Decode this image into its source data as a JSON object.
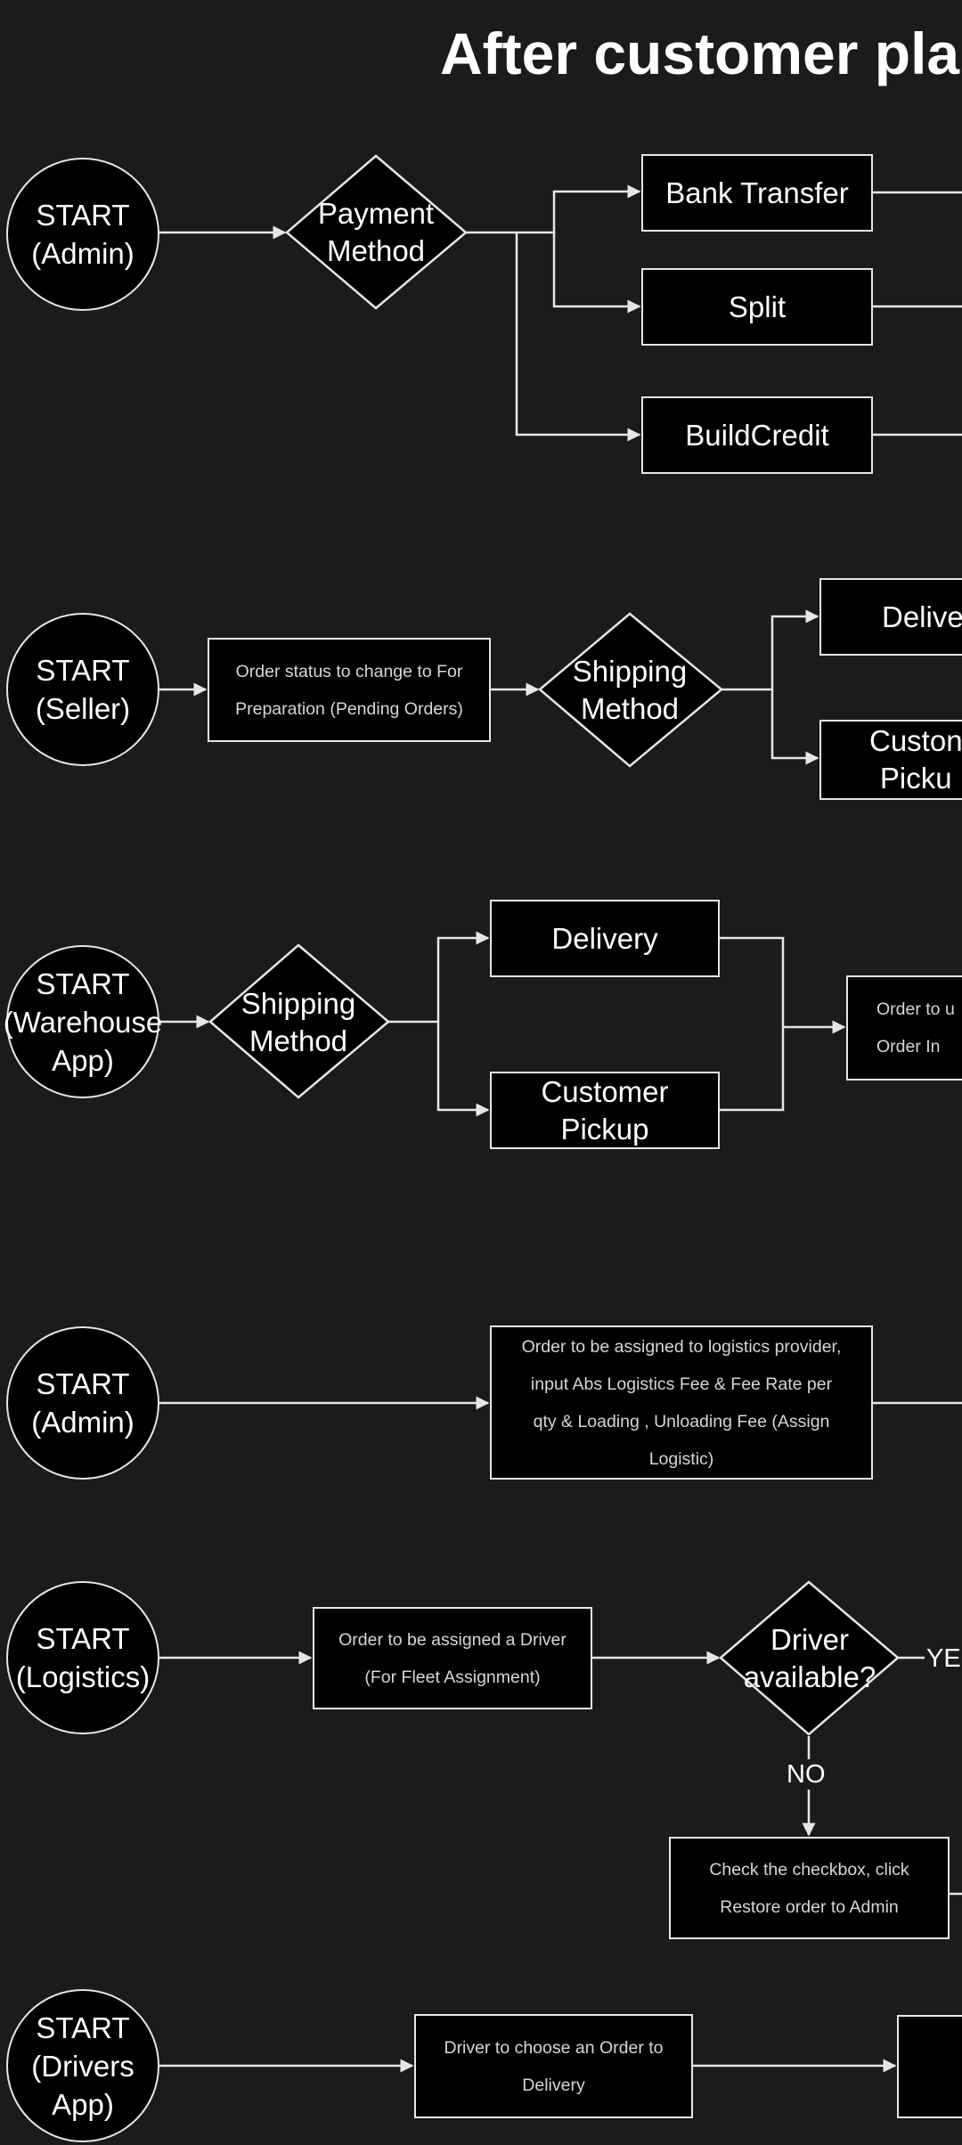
{
  "title": "After customer pla",
  "nodes": {
    "start_admin_1": "START\n(Admin)",
    "payment_method": "Payment\nMethod",
    "bank_transfer": "Bank Transfer",
    "split": "Split",
    "buildcredit": "BuildCredit",
    "start_seller": "START\n(Seller)",
    "order_status_prep": "Order status to change to For\nPreparation (Pending Orders)",
    "shipping_method_seller": "Shipping\nMethod",
    "seller_delivery": "Delive",
    "seller_customer_pickup": "Custon\nPicku",
    "start_warehouse": "START\n(Warehouse\nApp)",
    "shipping_method_warehouse": "Shipping\nMethod",
    "warehouse_delivery": "Delivery",
    "warehouse_customer_pickup": "Customer\nPickup",
    "warehouse_order_update": "Order to u\nOrder In",
    "start_admin_2": "START\n(Admin)",
    "assign_logistics": "Order to be assigned to logistics provider,\ninput Abs Logistics Fee & Fee Rate per\nqty & Loading , Unloading Fee (Assign\nLogistic)",
    "start_logistics": "START\n(Logistics)",
    "assign_driver": "Order to be assigned a Driver\n(For Fleet Assignment)",
    "driver_available": "Driver\navailable?",
    "restore_order": "Check the checkbox, click\nRestore order to Admin",
    "start_drivers": "START\n(Drivers\nApp)",
    "driver_choose": "Driver to choose an Order to\nDelivery"
  },
  "edge_labels": {
    "yes": "YE",
    "no": "NO"
  },
  "colors": {
    "background": "#1b1b1b",
    "node_fill": "#000000",
    "stroke": "#e6e6e6",
    "text": "#ffffff"
  }
}
